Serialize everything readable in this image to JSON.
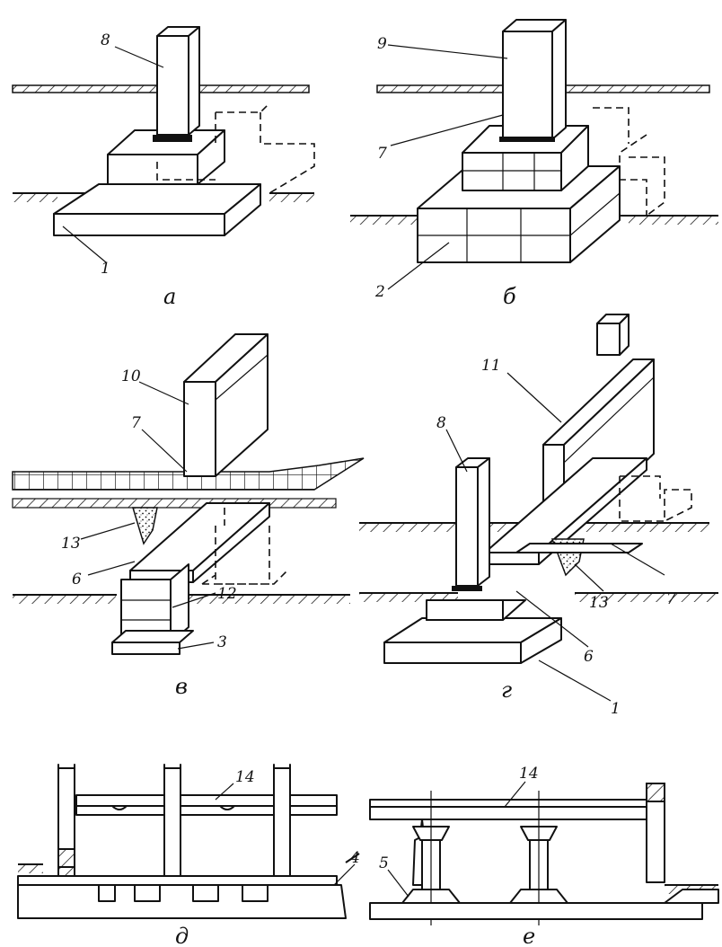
{
  "figure": {
    "panels": [
      {
        "id": "a",
        "caption": "а",
        "labels": [
          "8",
          "1"
        ]
      },
      {
        "id": "b",
        "caption": "б",
        "labels": [
          "9",
          "7",
          "2"
        ]
      },
      {
        "id": "v",
        "caption": "в",
        "labels": [
          "10",
          "7",
          "13",
          "6",
          "12",
          "3"
        ]
      },
      {
        "id": "g",
        "caption": "г",
        "labels": [
          "11",
          "8",
          "7",
          "13",
          "6",
          "1"
        ]
      },
      {
        "id": "d",
        "caption": "д",
        "labels": [
          "14",
          "4"
        ]
      },
      {
        "id": "e",
        "caption": "е",
        "labels": [
          "14",
          "5"
        ]
      }
    ]
  }
}
